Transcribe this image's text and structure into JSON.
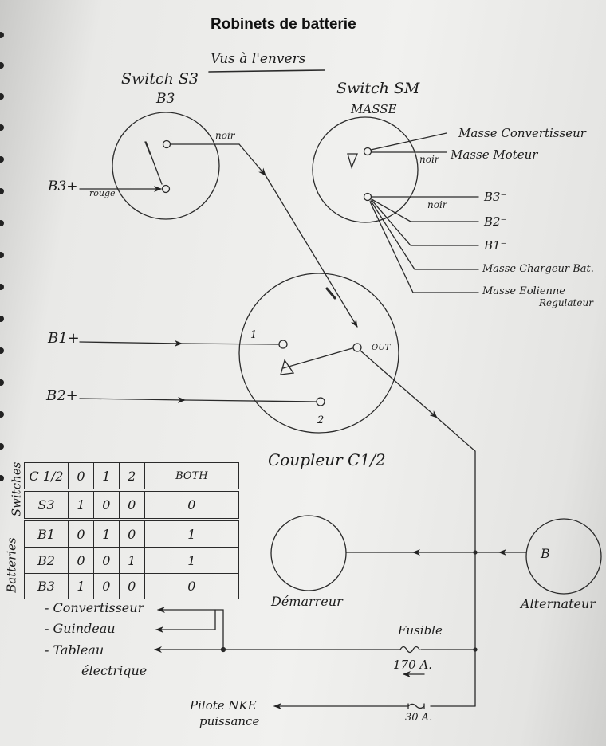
{
  "title": "Robinets de batterie",
  "subtitle": "Vus à l'envers",
  "switch_s3": {
    "name": "Switch S3",
    "label": "B3",
    "wire_noir": "noir",
    "input": "B3+",
    "wire_rouge": "rouge"
  },
  "switch_sm": {
    "name": "Switch SM",
    "label": "MASSE",
    "wire_noir_1": "noir",
    "wire_noir_2": "noir",
    "outputs": [
      "Masse Convertisseur",
      "Masse Moteur",
      "B3⁻",
      "B2⁻",
      "B1⁻",
      "Masse Chargeur Bat.",
      "Masse Eolienne",
      "Regulateur"
    ]
  },
  "coupler": {
    "name": "Coupleur C1/2",
    "pos_1": "1",
    "pos_2": "2",
    "out": "OUT",
    "inputs": [
      "B1+",
      "B2+"
    ]
  },
  "starter": "Démarreur",
  "alternator": {
    "name": "Alternateur",
    "terminal": "B"
  },
  "fuse_main": {
    "label": "Fusible",
    "rating": "170 A."
  },
  "fuse_small": {
    "rating": "30 A."
  },
  "pilot": [
    "Pilote NKE",
    "puissance"
  ],
  "consumers": [
    "- Convertisseur",
    "- Guindeau",
    "- Tableau",
    "électrique"
  ],
  "table": {
    "side_labels": [
      "Switches",
      "Batteries"
    ],
    "header": [
      "C 1/2",
      "0",
      "1",
      "2",
      "BOTH"
    ],
    "rows": [
      [
        "S3",
        "1",
        "0",
        "0",
        "0"
      ],
      [
        "B1",
        "0",
        "1",
        "0",
        "1"
      ],
      [
        "B2",
        "0",
        "0",
        "1",
        "1"
      ],
      [
        "B3",
        "1",
        "0",
        "0",
        "0"
      ]
    ]
  }
}
